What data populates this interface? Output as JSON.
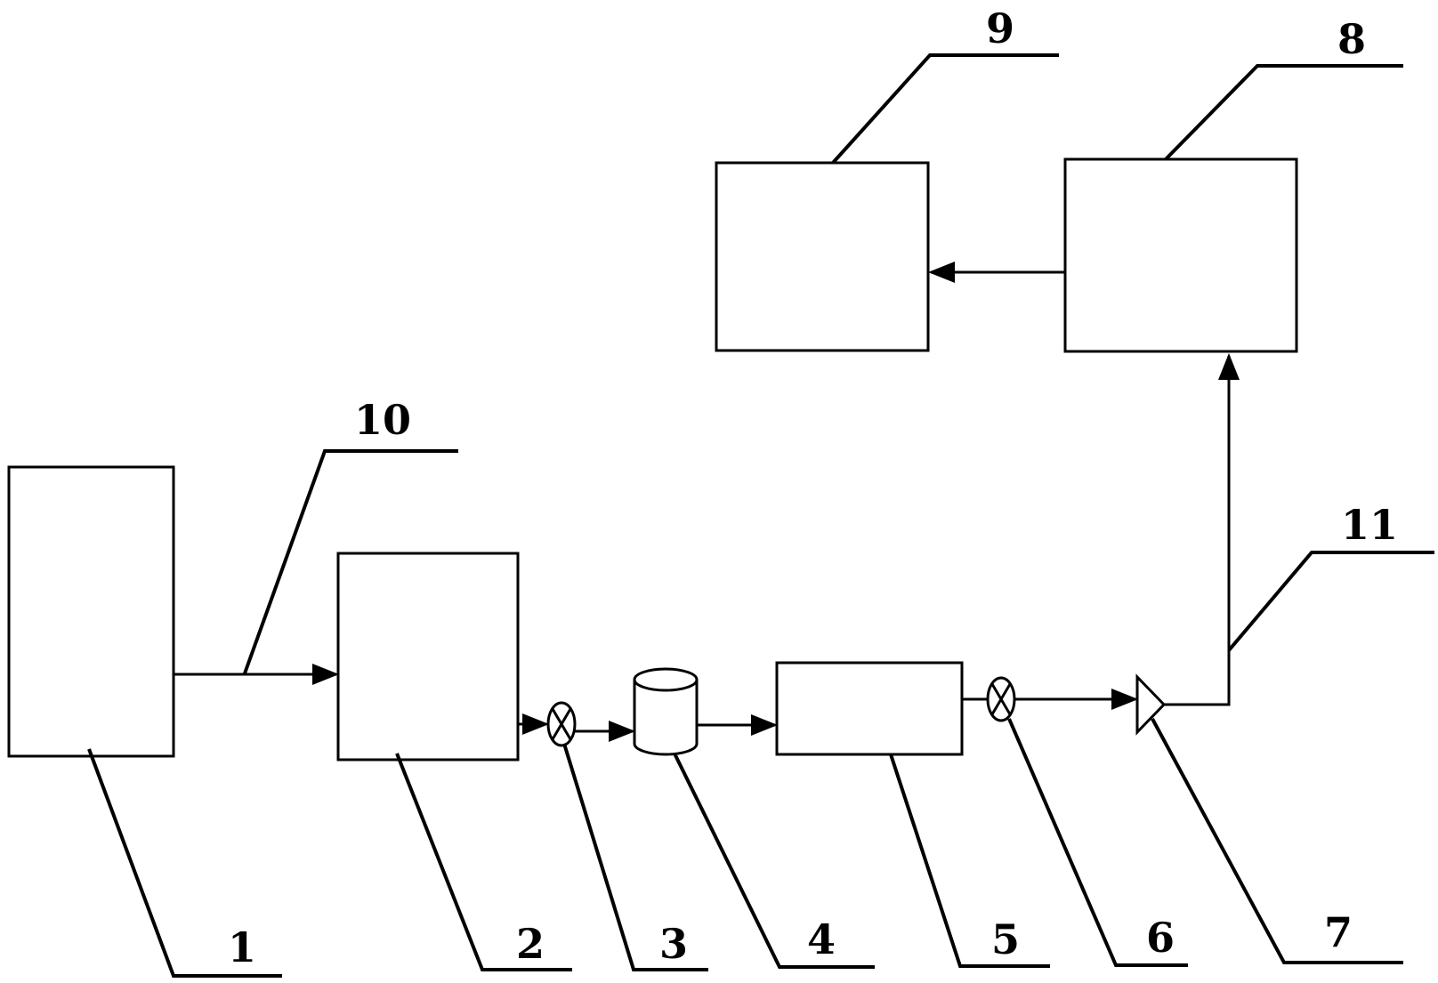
{
  "diagram": {
    "labels": {
      "l1": "1",
      "l2": "2",
      "l3": "3",
      "l4": "4",
      "l5": "5",
      "l6": "6",
      "l7": "7",
      "l8": "8",
      "l9": "9",
      "l10": "10",
      "l11": "11"
    }
  }
}
